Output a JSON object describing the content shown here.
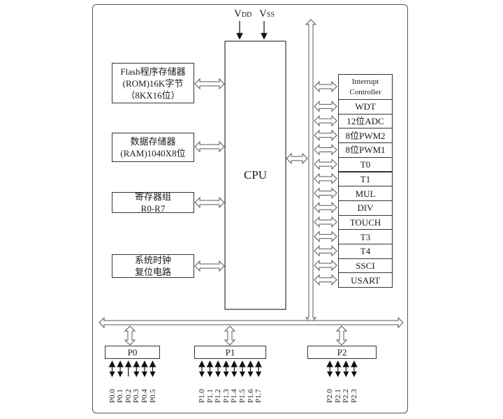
{
  "power": {
    "vdd_main": "V",
    "vdd_sub": "DD",
    "vss_main": "V",
    "vss_sub": "SS"
  },
  "cpu": {
    "label": "CPU"
  },
  "left_blocks": [
    {
      "lines": [
        "Flash程序存储器",
        "(ROM)16K字节",
        "（8KX16位）"
      ]
    },
    {
      "lines": [
        "数据存储器",
        "(RAM)1040X8位"
      ]
    },
    {
      "lines": [
        "寄存器组",
        "R0-R7"
      ]
    },
    {
      "lines": [
        "系统时钟",
        "复位电路"
      ]
    }
  ],
  "peripherals": [
    {
      "label": "Interrupt Controller"
    },
    {
      "label": "WDT"
    },
    {
      "label": "12位ADC"
    },
    {
      "label": "8位PWM2"
    },
    {
      "label": "8位PWM1"
    },
    {
      "label": "T0"
    },
    {
      "label": "T1"
    },
    {
      "label": "MUL"
    },
    {
      "label": "DIV"
    },
    {
      "label": "TOUCH"
    },
    {
      "label": "T3"
    },
    {
      "label": "T4"
    },
    {
      "label": "SSCI"
    },
    {
      "label": "USART"
    }
  ],
  "ports": [
    {
      "label": "P0",
      "pins": [
        "P0.0",
        "P0.1",
        "P0.2",
        "P0.3",
        "P0.4",
        "P0.5"
      ],
      "input_only": [
        "P0.2"
      ]
    },
    {
      "label": "P1",
      "pins": [
        "P1.0",
        "P1.1",
        "P1.2",
        "P1.3",
        "P1.4",
        "P1.5",
        "P1.6",
        "P1.7"
      ],
      "input_only": []
    },
    {
      "label": "P2",
      "pins": [
        "P2.0",
        "P2.1",
        "P2.2",
        "P2.3"
      ],
      "input_only": []
    }
  ]
}
